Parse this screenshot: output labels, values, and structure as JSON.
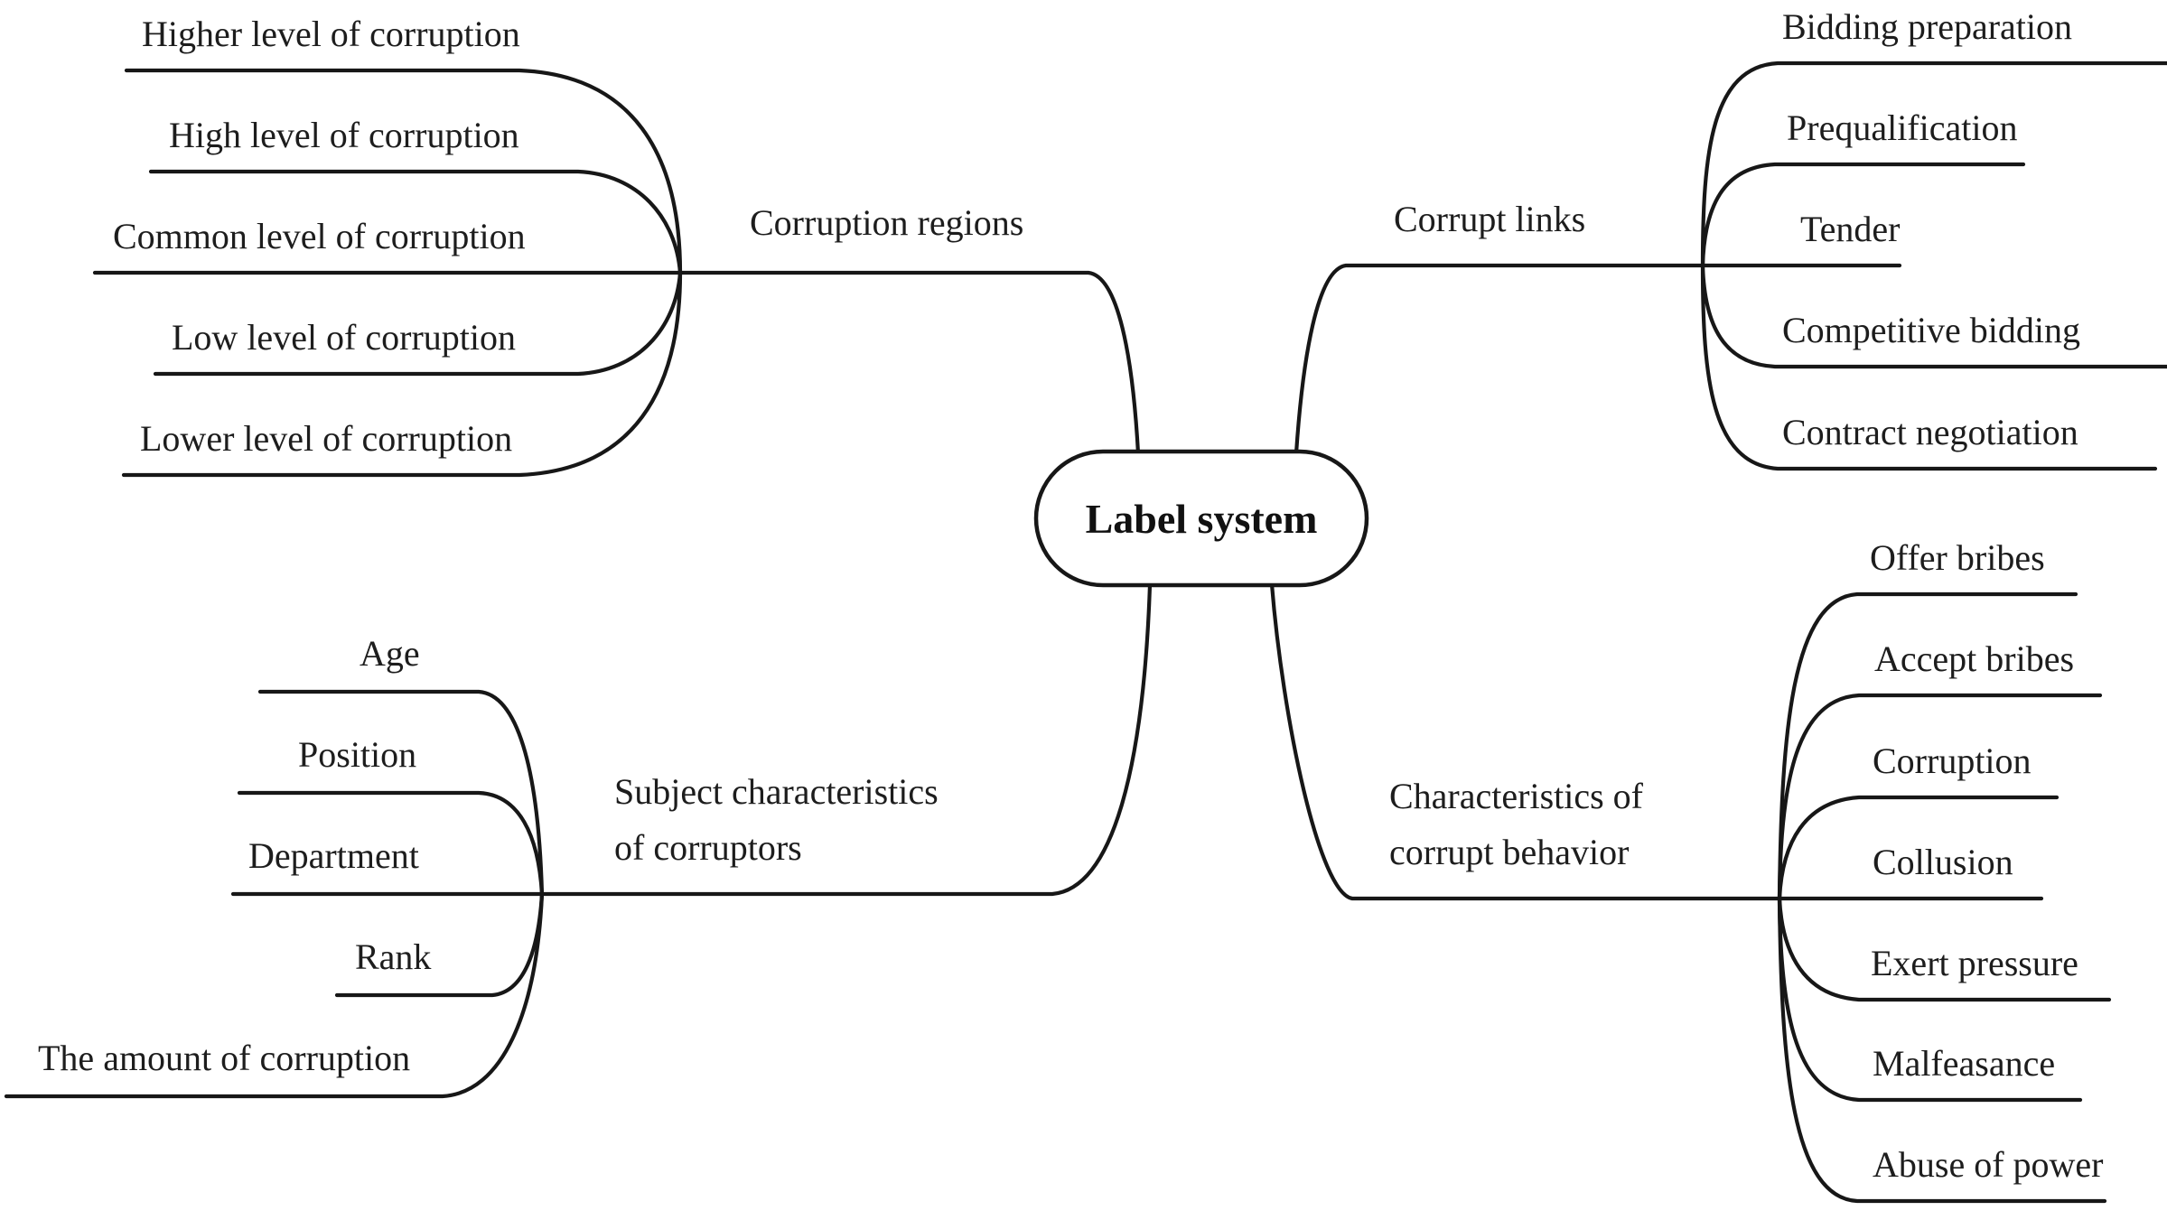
{
  "root": {
    "label": "Label system"
  },
  "branches": [
    {
      "id": "corruption-regions",
      "label": "Corruption regions",
      "children": [
        "Higher level of corruption",
        "High level of corruption",
        "Common level of corruption",
        "Low level of corruption",
        "Lower level of corruption"
      ]
    },
    {
      "id": "corrupt-links",
      "label": "Corrupt links",
      "children": [
        "Bidding preparation",
        "Prequalification",
        "Tender",
        "Competitive bidding",
        "Contract negotiation"
      ]
    },
    {
      "id": "subject-characteristics",
      "label": "Subject characteristics\nof corruptors",
      "children": [
        "Age",
        "Position",
        "Department",
        "Rank",
        "The amount of corruption"
      ]
    },
    {
      "id": "corrupt-behavior",
      "label": "Characteristics of\ncorrupt behavior",
      "children": [
        "Offer bribes",
        "Accept bribes",
        "Corruption",
        "Collusion",
        "Exert pressure",
        "Malfeasance",
        "Abuse of power"
      ]
    }
  ],
  "colors": {
    "line": "#171717",
    "text": "#1d1d1d",
    "background": "#ffffff"
  }
}
